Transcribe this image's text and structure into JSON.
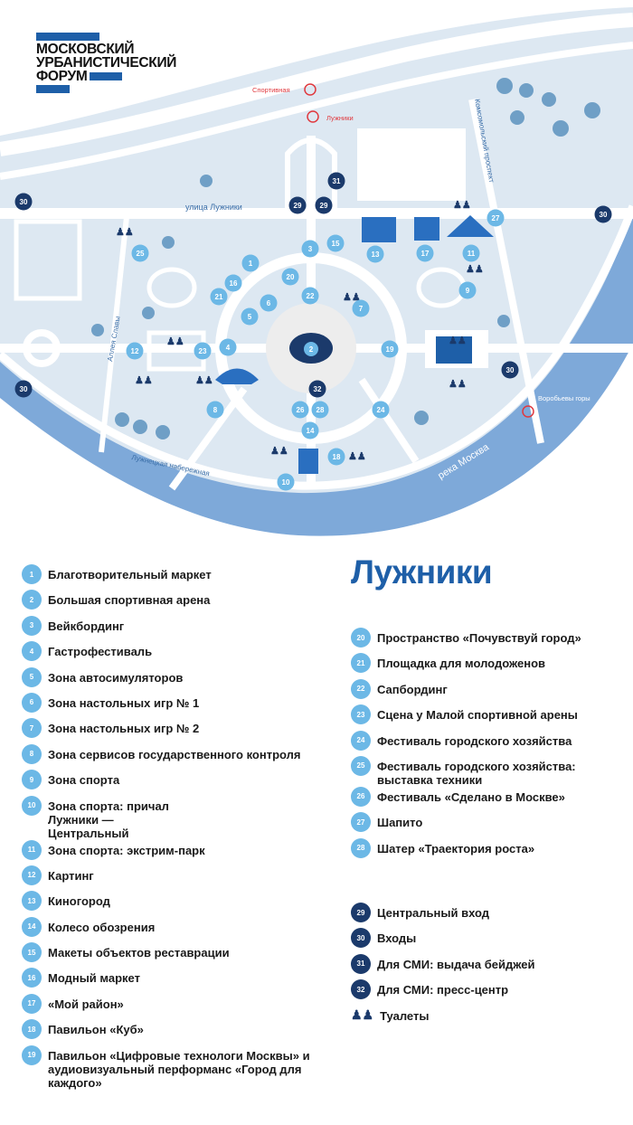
{
  "logo": {
    "lines": [
      "МОСКОВСКИЙ",
      "УРБАНИСТИЧЕСКИЙ",
      "ФОРУМ"
    ]
  },
  "map": {
    "metro": [
      {
        "name": "Спортивная"
      },
      {
        "name": "Лужники"
      },
      {
        "name": "Воробьевы горы"
      }
    ],
    "streets": {
      "luzhniki_street": "улица Лужники",
      "komsomolsky": "Комсомольский проспект",
      "alley": "Аллея Славы",
      "embankment": "Лужнецкая набережная",
      "river": "река Москва"
    },
    "markers": [
      "1",
      "2",
      "3",
      "4",
      "5",
      "6",
      "7",
      "8",
      "9",
      "10",
      "11",
      "12",
      "13",
      "14",
      "15",
      "16",
      "17",
      "18",
      "19",
      "20",
      "21",
      "22",
      "23",
      "24",
      "25",
      "26",
      "27",
      "28",
      "29",
      "29",
      "30",
      "30",
      "30",
      "30",
      "31",
      "32"
    ],
    "colors": {
      "light_marker": "#6cb8e6",
      "dark_marker": "#1b3a6b",
      "land": "#dde8f2",
      "river": "#7ea9d9",
      "accent": "#1e5fa8"
    }
  },
  "title": "Лужники",
  "legend": {
    "left": [
      {
        "n": "1",
        "label": "Благотворительный маркет"
      },
      {
        "n": "2",
        "label": "Большая спортивная арена"
      },
      {
        "n": "3",
        "label": "Вейкбординг"
      },
      {
        "n": "4",
        "label": "Гастрофестиваль"
      },
      {
        "n": "5",
        "label": "Зона автосимуляторов"
      },
      {
        "n": "6",
        "label": "Зона настольных игр № 1"
      },
      {
        "n": "7",
        "label": "Зона настольных игр № 2"
      },
      {
        "n": "8",
        "label": "Зона сервисов государственного контроля"
      },
      {
        "n": "9",
        "label": "Зона спорта"
      },
      {
        "n": "10",
        "label": "Зона спорта: причал Лужники — Центральный"
      },
      {
        "n": "11",
        "label": "Зона спорта: экстрим-парк"
      },
      {
        "n": "12",
        "label": "Картинг"
      },
      {
        "n": "13",
        "label": "Киногород"
      },
      {
        "n": "14",
        "label": "Колесо обозрения"
      },
      {
        "n": "15",
        "label": "Макеты объектов реставрации"
      },
      {
        "n": "16",
        "label": "Модный маркет"
      },
      {
        "n": "17",
        "label": "«Мой район»"
      },
      {
        "n": "18",
        "label": "Павильон «Куб»"
      },
      {
        "n": "19",
        "label": "Павильон «Цифровые технологи Москвы» и аудиовизуальный перформанс «Город для каждого»"
      }
    ],
    "right": [
      {
        "n": "20",
        "label": "Пространство «Почувствуй город»"
      },
      {
        "n": "21",
        "label": "Площадка для молодоженов"
      },
      {
        "n": "22",
        "label": "Сапбординг"
      },
      {
        "n": "23",
        "label": "Сцена у Малой спортивной арены"
      },
      {
        "n": "24",
        "label": "Фестиваль городского хозяйства"
      },
      {
        "n": "25",
        "label": "Фестиваль городского хозяйства: выставка техники"
      },
      {
        "n": "26",
        "label": "Фестиваль «Сделано в Москве»"
      },
      {
        "n": "27",
        "label": "Шапито"
      },
      {
        "n": "28",
        "label": "Шатер «Траектория роста»"
      }
    ],
    "service": [
      {
        "n": "29",
        "label": "Центральный вход"
      },
      {
        "n": "30",
        "label": "Входы"
      },
      {
        "n": "31",
        "label": "Для СМИ: выдача бейджей"
      },
      {
        "n": "32",
        "label": "Для СМИ: пресс-центр"
      }
    ],
    "toilets": {
      "icon": "toilet-icon",
      "label": "Туалеты"
    }
  }
}
